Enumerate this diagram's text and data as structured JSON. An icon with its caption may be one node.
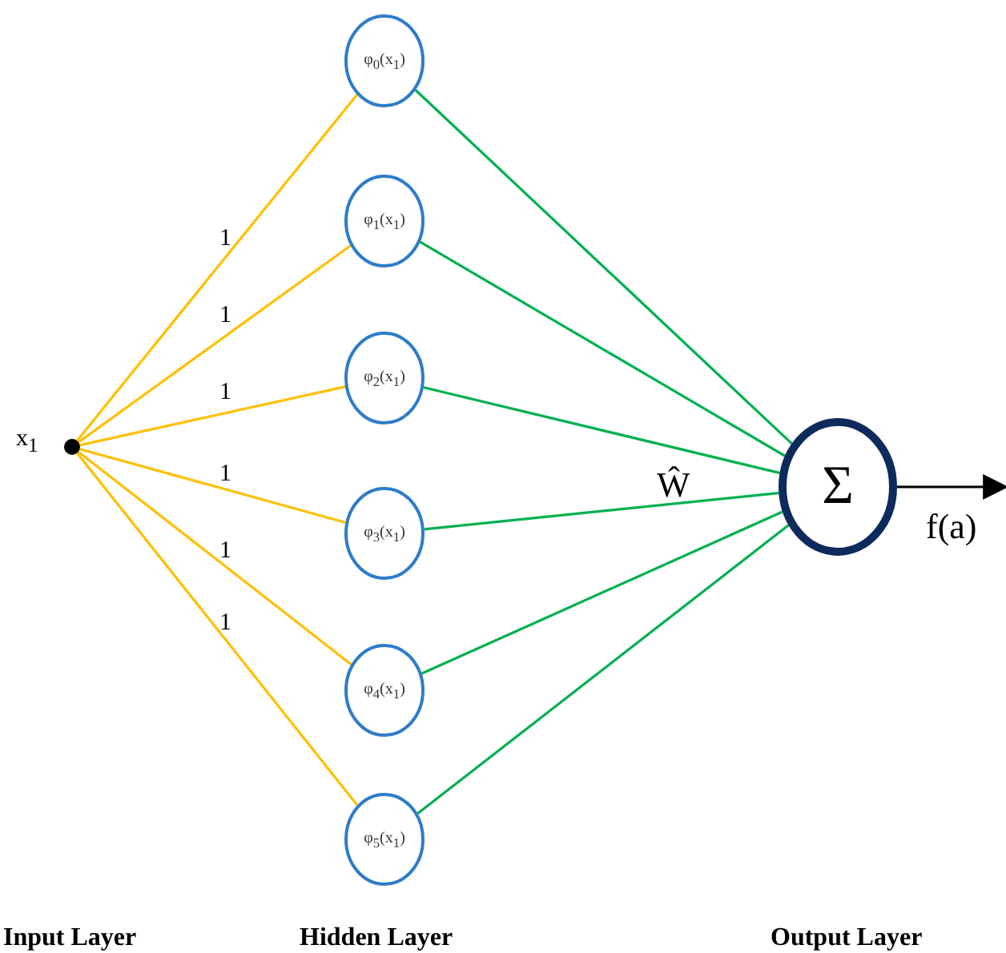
{
  "diagram": {
    "nodes": [
      {
        "text": [],
        "shape": "circle",
        "beside": [
          "x$_{1}$"
        ]
      },
      {
        "text": [
          "φ$_{0}$(x$_{1}$)"
        ]
      },
      {
        "text": [
          "φ$_{1}$(x$_{1}$)"
        ]
      },
      {
        "text": [
          "φ$_{2}$(x$_{1}$)"
        ]
      },
      {
        "text": [
          "φ$_{3}$(x$_{1}$)"
        ]
      },
      {
        "text": [
          "φ$_{4}$(x$_{1}$)"
        ]
      },
      {
        "text": [
          "φ$_{5}$(x$_{1}$)"
        ]
      },
      {
        "text": [
          "Σ"
        ]
      }
    ],
    "edges": [
      {
        "from": 0,
        "to": 1,
        "arrow": "none",
        "label": "1",
        "color": "#ffc000"
      },
      {
        "from": 0,
        "to": 2,
        "arrow": "none",
        "label": "1",
        "color": "#ffc000"
      },
      {
        "from": 0,
        "to": 3,
        "arrow": "none",
        "label": "1",
        "color": "#ffc000"
      },
      {
        "from": 0,
        "to": 4,
        "arrow": "none",
        "label": "1",
        "color": "#ffc000"
      },
      {
        "from": 0,
        "to": 5,
        "arrow": "none",
        "label": "1",
        "color": "#ffc000"
      },
      {
        "from": 0,
        "to": 6,
        "arrow": "none",
        "label": "1",
        "color": "#ffc000"
      },
      {
        "from": 1,
        "to": 7,
        "arrow": "none",
        "color": "#00b050"
      },
      {
        "from": 2,
        "to": 7,
        "arrow": "none",
        "color": "#00b050"
      },
      {
        "from": 3,
        "to": 7,
        "arrow": "none",
        "color": "#00b050"
      },
      {
        "from": 4,
        "to": 7,
        "arrow": "none",
        "color": "#00b050"
      },
      {
        "from": 5,
        "to": 7,
        "arrow": "none",
        "color": "#00b050"
      },
      {
        "from": 6,
        "to": 7,
        "arrow": "none",
        "color": "#00b050"
      },
      {
        "from": 7,
        "to": null,
        "arrow": "to",
        "label": "f(a)",
        "color": "#000000"
      }
    ],
    "labels": [
      "Ŵ",
      "Input Layer",
      "Hidden Layer",
      "Output Layer"
    ]
  }
}
